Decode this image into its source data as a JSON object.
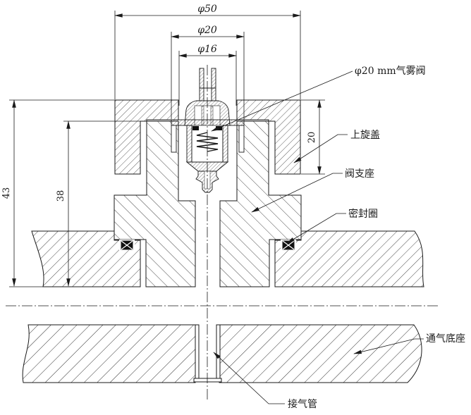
{
  "drawing": {
    "ink_color": "#1a1a1a",
    "background_color": "#ffffff",
    "dimensions": {
      "dia50": "φ50",
      "dia20": "φ20",
      "dia16": "φ16",
      "height43": "43",
      "height38": "38",
      "height20": "20"
    },
    "labels": {
      "aerosol_valve": "φ20 mm气雾阀",
      "upper_cap": "上旋盖",
      "valve_support": "阀支座",
      "seal_ring": "密封圈",
      "vent_base": "通气底座",
      "gas_pipe": "接气管"
    }
  }
}
